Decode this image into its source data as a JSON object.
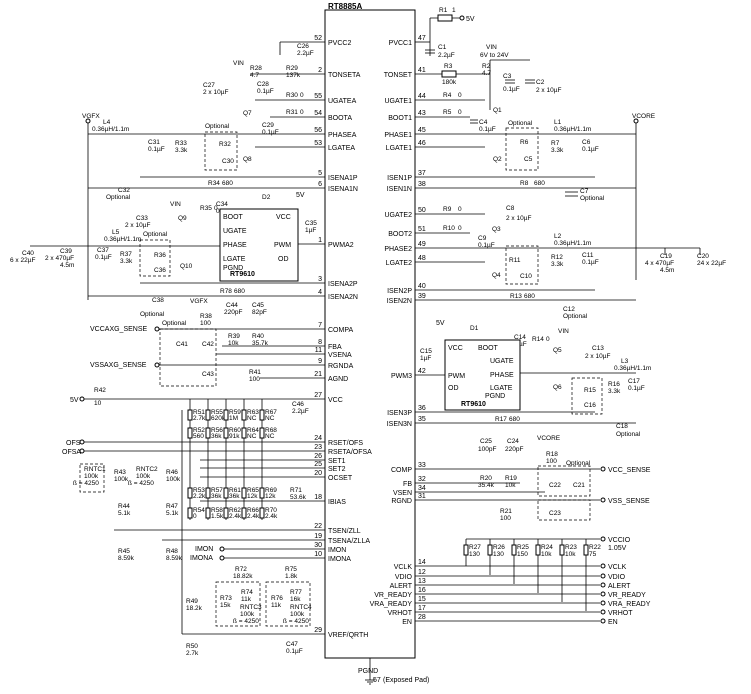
{
  "ic": {
    "name": "RT8885A",
    "left_pins": [
      {
        "num": "52",
        "name": "PVCC2"
      },
      {
        "num": "2",
        "name": "TONSETA"
      },
      {
        "num": "55",
        "name": "UGATEA"
      },
      {
        "num": "54",
        "name": "BOOTA"
      },
      {
        "num": "56",
        "name": "PHASEA"
      },
      {
        "num": "53",
        "name": "LGATEA"
      },
      {
        "num": "5",
        "name": "ISENA1P"
      },
      {
        "num": "6",
        "name": "ISENA1N"
      },
      {
        "num": "1",
        "name": "PWMA2"
      },
      {
        "num": "3",
        "name": "ISENA2P"
      },
      {
        "num": "4",
        "name": "ISENA2N"
      },
      {
        "num": "7",
        "name": "COMPA"
      },
      {
        "num": "8",
        "name": "FBA"
      },
      {
        "num": "11",
        "name": "VSENA"
      },
      {
        "num": "9",
        "name": "RGNDA"
      },
      {
        "num": "21",
        "name": "AGND"
      },
      {
        "num": "27",
        "name": "VCC"
      },
      {
        "num": "24",
        "name": "RSET/OFS"
      },
      {
        "num": "23",
        "name": "RSETA/OFSA"
      },
      {
        "num": "26",
        "name": "SET1"
      },
      {
        "num": "25",
        "name": "SET2"
      },
      {
        "num": "20",
        "name": "OCSET"
      },
      {
        "num": "18",
        "name": "IBIAS"
      },
      {
        "num": "22",
        "name": "TSEN/ZLL"
      },
      {
        "num": "19",
        "name": "TSENA/ZLLA"
      },
      {
        "num": "30",
        "name": "IMON"
      },
      {
        "num": "10",
        "name": "IMONA"
      },
      {
        "num": "29",
        "name": "VREF/QRTH"
      }
    ],
    "right_pins": [
      {
        "num": "47",
        "name": "PVCC1"
      },
      {
        "num": "41",
        "name": "TONSET"
      },
      {
        "num": "44",
        "name": "UGATE1"
      },
      {
        "num": "43",
        "name": "BOOT1"
      },
      {
        "num": "45",
        "name": "PHASE1"
      },
      {
        "num": "46",
        "name": "LGATE1"
      },
      {
        "num": "37",
        "name": "ISEN1P"
      },
      {
        "num": "38",
        "name": "ISEN1N"
      },
      {
        "num": "50",
        "name": "UGATE2"
      },
      {
        "num": "51",
        "name": "BOOT2"
      },
      {
        "num": "49",
        "name": "PHASE2"
      },
      {
        "num": "48",
        "name": "LGATE2"
      },
      {
        "num": "40",
        "name": "ISEN2P"
      },
      {
        "num": "39",
        "name": "ISEN2N"
      },
      {
        "num": "42",
        "name": "PWM3"
      },
      {
        "num": "36",
        "name": "ISEN3P"
      },
      {
        "num": "35",
        "name": "ISEN3N"
      },
      {
        "num": "33",
        "name": "COMP"
      },
      {
        "num": "32",
        "name": "FB"
      },
      {
        "num": "34",
        "name": "VSEN"
      },
      {
        "num": "31",
        "name": "RGND"
      },
      {
        "num": "14",
        "name": "VCLK"
      },
      {
        "num": "12",
        "name": "VDIO"
      },
      {
        "num": "13",
        "name": "ALERT"
      },
      {
        "num": "16",
        "name": "VR_READY"
      },
      {
        "num": "15",
        "name": "VRA_READY"
      },
      {
        "num": "17",
        "name": "VRHOT"
      },
      {
        "num": "28",
        "name": "EN"
      }
    ],
    "bottom_pin": {
      "num": "57",
      "name": "PGND",
      "note": "(Exposed Pad)"
    }
  },
  "drivers": [
    {
      "name": "RT9610",
      "pins": [
        "BOOT",
        "VCC",
        "UGATE",
        "PHASE",
        "PWM",
        "LGATE",
        "OD",
        "PGND"
      ]
    },
    {
      "name": "RT9610",
      "pins": [
        "VCC",
        "BOOT",
        "PWM",
        "UGATE",
        "PHASE",
        "OD",
        "LGATE",
        "PGND"
      ]
    }
  ],
  "rails": {
    "vgfx": "VGFX",
    "vcore": "VCORE",
    "vin": "VIN",
    "vin_range": "6V to 24V",
    "five_v": "5V",
    "vccio": "VCCIO",
    "vccio_val": "1.05V"
  },
  "labels": {
    "optional": "Optional",
    "vcc_sense": "VCC_SENSE",
    "vss_sense": "VSS_SENSE",
    "vccaxg_sense": "VCCAXG_SENSE",
    "vssaxg_sense": "VSSAXG_SENSE",
    "ofs": "OFS",
    "ofsa": "OFSA",
    "imon": "IMON",
    "imona": "IMONA",
    "beta": "ß = 4250",
    "rntc": "RNTC"
  },
  "components": {
    "r1": "R1",
    "r1v": "1",
    "c1": "C1",
    "c1v": "2.2µF",
    "r3": "R3",
    "r3v": "180k",
    "r2": "R2",
    "r2v": "4.7",
    "r4": "R4",
    "r4v": "0",
    "c3": "C3",
    "c3v": "0.1µF",
    "c2": "C2",
    "c2v": "2 x 10µF",
    "r5": "R5",
    "r5v": "0",
    "c4": "C4",
    "c4v": "0.1µF",
    "q1": "Q1",
    "q2": "Q2",
    "q3": "Q3",
    "q4": "Q4",
    "q5": "Q5",
    "q6": "Q6",
    "q7": "Q7",
    "q8": "Q8",
    "q9": "Q9",
    "q10": "Q10",
    "l1": "L1",
    "l1v": "0.36µH/1.1m",
    "r6": "R6",
    "c5": "C5",
    "r7": "R7",
    "r7v": "3.3k",
    "c6": "C6",
    "c6v": "0.1µF",
    "r8": "R8",
    "r8v": "680",
    "c7": "C7",
    "r9": "R9",
    "r9v": "0",
    "c8": "C8",
    "c8v": "2 x 10µF",
    "r10": "R10",
    "r10v": "0",
    "c9": "C9",
    "c9v": "0.1µF",
    "l2": "L2",
    "l2v": "0.36µH/1.1m",
    "r11": "R11",
    "c10": "C10",
    "r12": "R12",
    "r12v": "3.3k",
    "c11": "C11",
    "c11v": "0.1µF",
    "c19": "C19",
    "c19v": "4 x 470µF",
    "c19v2": "4.5m",
    "c20": "C20",
    "c20v": "24 x 22µF",
    "r13": "R13",
    "r13v": "680",
    "c12": "C12",
    "d1": "D1",
    "c14": "C14",
    "c14v": "0.1µF",
    "r14": "R14",
    "r14v": "0",
    "c15": "C15",
    "c15v": "1µF",
    "c13": "C13",
    "c13v": "2 x 10µF",
    "l3": "L3",
    "l3v": "0.36µH/1.1m",
    "r15": "R15",
    "c16": "C16",
    "r16": "R16",
    "r16v": "3.3k",
    "c17": "C17",
    "c17v": "0.1µF",
    "r17": "R17",
    "r17v": "680",
    "c18": "C18",
    "c25": "C25",
    "c25v": "100pF",
    "c24": "C24",
    "c24v": "220pF",
    "r18": "R18",
    "r18v": "100",
    "r20": "R20",
    "r20v": "35.4k",
    "r19": "R19",
    "r19v": "10k",
    "c22": "C22",
    "c21": "C21",
    "c23": "C23",
    "r21": "R21",
    "r21v": "100",
    "r27": "R27",
    "r27v": "130",
    "r26": "R26",
    "r26v": "130",
    "r25": "R25",
    "r25v": "150",
    "r24": "R24",
    "r24v": "10k",
    "r23": "R23",
    "r23v": "10k",
    "r22": "R22",
    "r22v": "75",
    "c26": "C26",
    "c26v": "2.2µF",
    "r29": "R29",
    "r29v": "137k",
    "r28": "R28",
    "r28v": "4.7",
    "c28": "C28",
    "c28v": "0.1µF",
    "c27": "C27",
    "c27v": "2 x 10µF",
    "r30": "R30",
    "r30v": "0",
    "r31": "R31",
    "r31v": "0",
    "c29": "C29",
    "c29v": "0.1µF",
    "l4": "L4",
    "l4v": "0.36µH/1.1m",
    "r32": "R32",
    "c30": "C30",
    "r33": "R33",
    "r33v": "3.3k",
    "c31": "C31",
    "c31v": "0.1µF",
    "r34": "R34",
    "r34v": "680",
    "c32": "C32",
    "d2": "D2",
    "r35": "R35",
    "r35v": "0",
    "c34": "C34",
    "c34v": "0.1µF",
    "c35": "C35",
    "c35v": "1µF",
    "c33": "C33",
    "c33v": "2 x 10µF",
    "l5": "L5",
    "l5v": "0.36µH/1.1m",
    "r36": "R36",
    "c36": "C36",
    "r37": "R37",
    "r37v": "3.3k",
    "c37": "C37",
    "c37v": "0.1µF",
    "c39": "C39",
    "c39v": "2 x 470µF",
    "c39v2": "4.5m",
    "c40": "C40",
    "c40v": "6 x 22µF",
    "r78": "R78",
    "r78v": "680",
    "c38": "C38",
    "r38": "R38",
    "r38v": "100",
    "c44": "C44",
    "c44v": "220pF",
    "c45": "C45",
    "c45v": "82pF",
    "r39": "R39",
    "r39v": "10k",
    "r40": "R40",
    "r40v": "35.7k",
    "c41": "C41",
    "c42": "C42",
    "c43": "C43",
    "r41": "R41",
    "r41v": "100",
    "r42": "R42",
    "r42v": "10",
    "c46": "C46",
    "c46v": "2.2µF",
    "r43": "R43",
    "r43v": "100k",
    "rntc1": "RNTC1",
    "rntc1v": "100k",
    "rntc2": "RNTC2",
    "rntc2v": "100k",
    "r46": "R46",
    "r46v": "100k",
    "r44": "R44",
    "r44v": "5.1k",
    "r47": "R47",
    "r47v": "5.1k",
    "r45": "R45",
    "r45v": "8.59k",
    "r48": "R48",
    "r48v": "8.59k",
    "r51": "R51",
    "r51v": "2.7k",
    "r55": "R55",
    "r55v": "620k",
    "r59": "R59",
    "r59v": "1M",
    "r63": "R63",
    "r63v": "NC",
    "r67": "R67",
    "r67v": "NC",
    "r52": "R52",
    "r52v": "560",
    "r56": "R56",
    "r56v": "36k",
    "r60": "R60",
    "r60v": "91k",
    "r64": "R64",
    "r64v": "NC",
    "r68": "R68",
    "r68v": "NC",
    "r53": "R53",
    "r53v": "2.2k",
    "r57": "R57",
    "r57v": "36k",
    "r61": "R61",
    "r61v": "36k",
    "r65": "R65",
    "r65v": "12k",
    "r69": "R69",
    "r69v": "12k",
    "r54": "R54",
    "r54v": "0",
    "r58": "R58",
    "r58v": "1.5k",
    "r62": "R62",
    "r62v": "2.4k",
    "r66": "R66",
    "r66v": "2.4k",
    "r70": "R70",
    "r70v": "2.4k",
    "r71": "R71",
    "r71v": "53.6k",
    "r72": "R72",
    "r72v": "18.82k",
    "r75": "R75",
    "r75v": "1.8k",
    "r73": "R73",
    "r73v": "15k",
    "r74": "R74",
    "r74v": "11k",
    "rntc3": "RNTC3",
    "rntc3v": "100k",
    "r76": "R76",
    "r76v": "11k",
    "r77": "R77",
    "r77v": "16k",
    "rntc4": "RNTC4",
    "rntc4v": "100k",
    "r49": "R49",
    "r49v": "18.2k",
    "r50": "R50",
    "r50v": "2.7k",
    "c47": "C47",
    "c47v": "0.1µF"
  }
}
